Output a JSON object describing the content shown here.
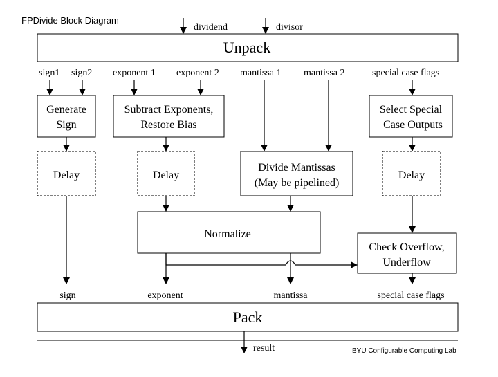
{
  "diagram": {
    "title": "FPDivide Block Diagram",
    "credit": "BYU Configurable Computing Lab",
    "inputs": {
      "dividend": "dividend",
      "divisor": "divisor"
    },
    "blocks": {
      "unpack": "Unpack",
      "generate_sign": [
        "Generate",
        "Sign"
      ],
      "subtract_exponents": [
        "Subtract Exponents,",
        "Restore Bias"
      ],
      "select_special": [
        "Select Special",
        "Case Outputs"
      ],
      "delay": "Delay",
      "divide_mantissas": [
        "Divide Mantissas",
        "(May be pipelined)"
      ],
      "normalize": "Normalize",
      "check_overflow": [
        "Check Overflow,",
        "Underflow"
      ],
      "pack": "Pack"
    },
    "unpack_outputs": {
      "sign1": "sign1",
      "sign2": "sign2",
      "exponent1": "exponent 1",
      "exponent2": "exponent 2",
      "mantissa1": "mantissa 1",
      "mantissa2": "mantissa 2",
      "special_flags": "special case flags"
    },
    "pack_inputs": {
      "sign": "sign",
      "exponent": "exponent",
      "mantissa": "mantissa",
      "special_flags": "special case flags"
    },
    "output": {
      "result": "result"
    }
  }
}
